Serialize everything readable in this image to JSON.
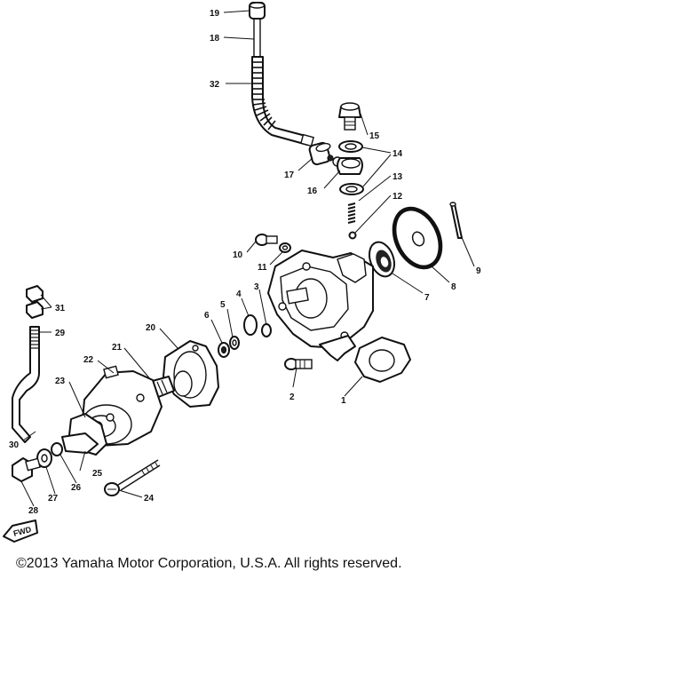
{
  "callouts": [
    "19",
    "18",
    "32",
    "15",
    "14",
    "17",
    "16",
    "13",
    "12",
    "10",
    "11",
    "9",
    "8",
    "7",
    "3",
    "4",
    "5",
    "6",
    "20",
    "21",
    "22",
    "23",
    "2",
    "1",
    "31",
    "29",
    "30",
    "25",
    "26",
    "27",
    "28",
    "24"
  ],
  "direction_marker": "FWD",
  "copyright": "©2013 Yamaha Motor Corporation, U.S.A. All rights reserved."
}
